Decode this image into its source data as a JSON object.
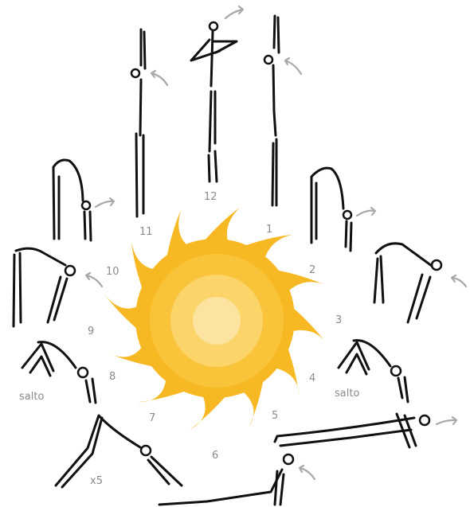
{
  "step_numbers": [
    "1",
    "2",
    "3",
    "4",
    "5",
    "6",
    "7",
    "8",
    "9",
    "10",
    "11",
    "12"
  ],
  "labels": {
    "salto_left": "salto",
    "salto_right": "salto",
    "repeat": "x5"
  },
  "colors": {
    "sun_outer": "#F7B923",
    "sun_ring": "#F9C43A",
    "sun_mid": "#FBD46A",
    "sun_inner": "#FDE3A0",
    "ink": "#111111",
    "arrow": "#A9A9A9",
    "label": "#8A8A8A"
  },
  "icons": {
    "sun": "sun-icon",
    "figure": "stick-figure-icon",
    "arrow": "curved-arrow-icon"
  }
}
